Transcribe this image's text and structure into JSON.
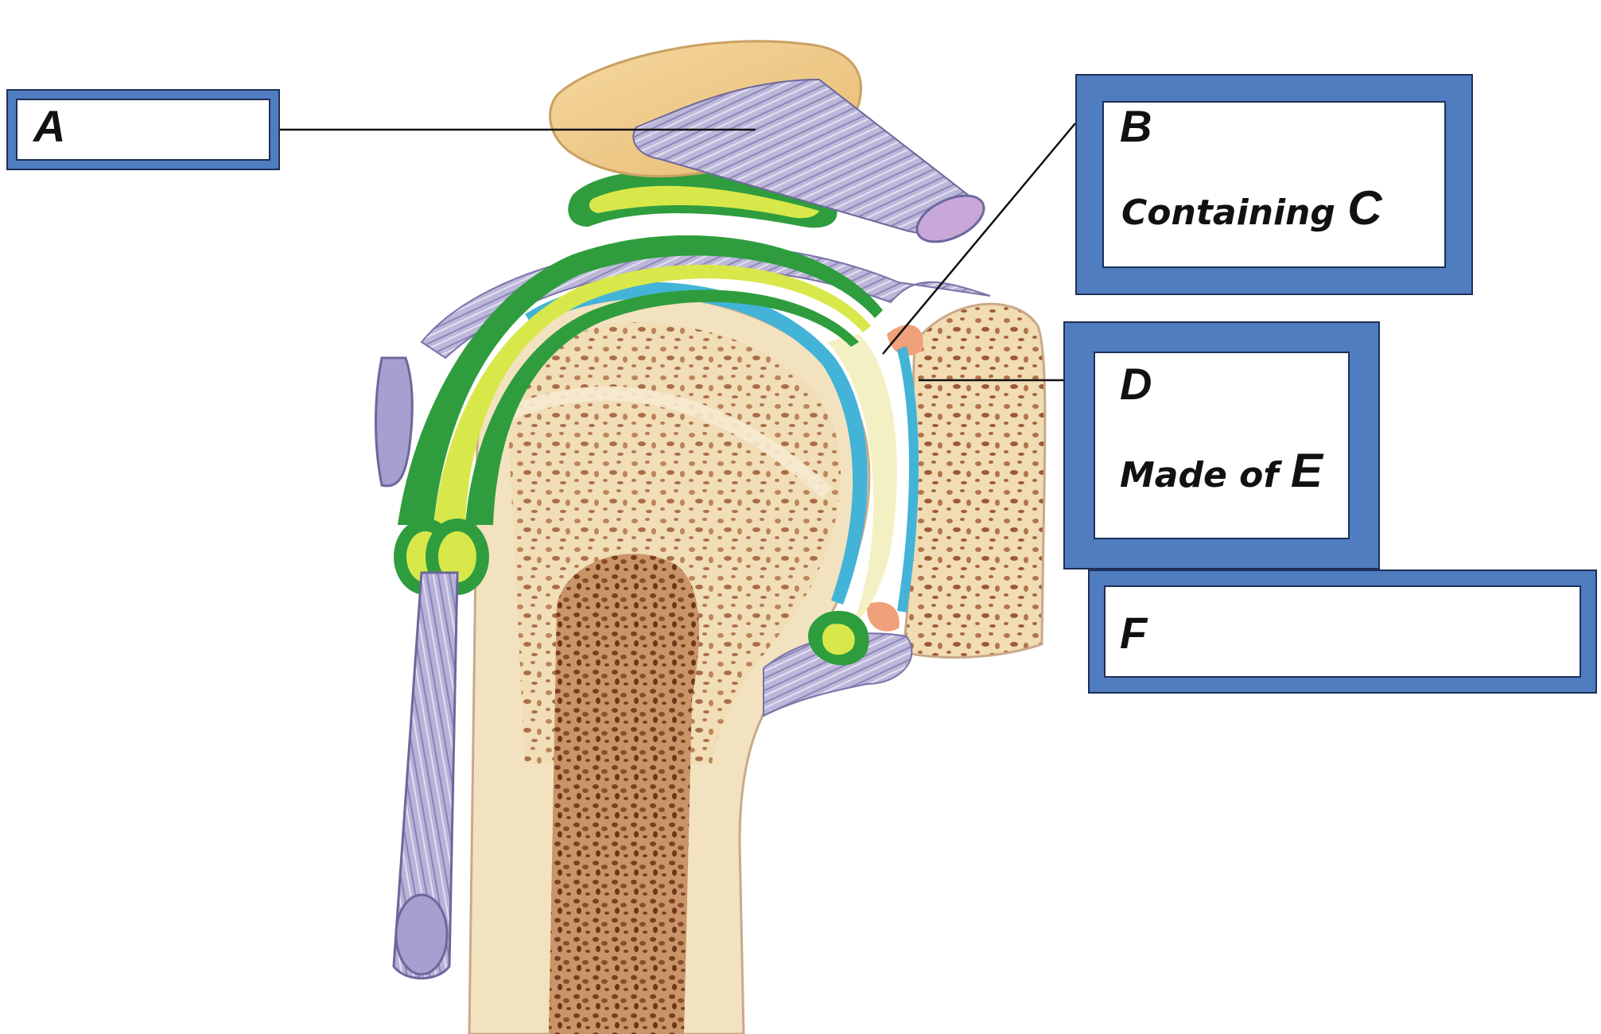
{
  "labels": {
    "a": {
      "letter": "A"
    },
    "b": {
      "letter": "B",
      "prefix": "Containing",
      "ref": "C"
    },
    "d": {
      "letter": "D",
      "prefix": "Made of",
      "ref": "E"
    },
    "f": {
      "letter": "F"
    }
  },
  "colors": {
    "frame": "#4f7dbf",
    "bone": "#f3e2c0",
    "bone_spongy": "#a5663e",
    "marrow": "#8a4e2c",
    "acromion": "#f2cf8f",
    "ligament": "#b9b3d6",
    "synovial_membrane": "#2f9d3e",
    "bursa_fluid": "#d8e84a",
    "articular_cartilage": "#43b4d8",
    "joint_cavity": "#f3f0c4"
  }
}
